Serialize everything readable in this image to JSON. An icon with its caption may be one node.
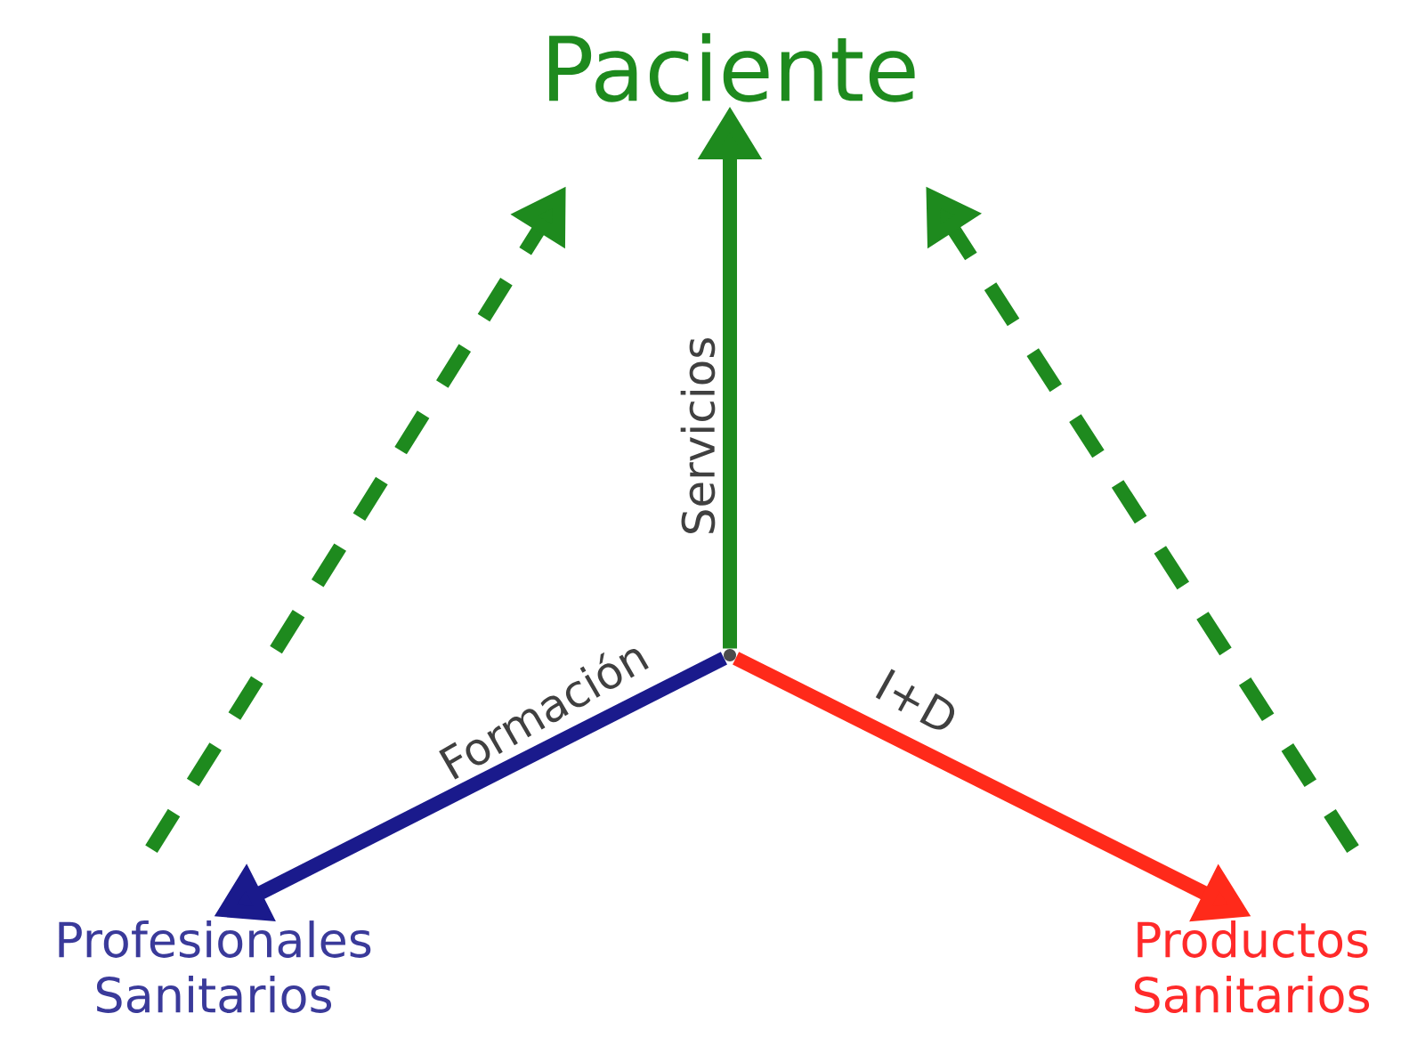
{
  "diagram": {
    "nodes": [
      {
        "text": [
          "Paciente"
        ]
      },
      {
        "text": [
          "Profesionales Sanitarios"
        ]
      },
      {
        "text": [
          "Productos Sanitarios"
        ]
      },
      {
        "text": [],
        "shape": "point"
      }
    ],
    "edges": [
      {
        "from": 3,
        "to": 0,
        "arrow": "to",
        "label": "Servicios",
        "color": "#1e8a1e"
      },
      {
        "from": 3,
        "to": 1,
        "arrow": "to",
        "label": "Formación",
        "color": "#1a1a8c"
      },
      {
        "from": 3,
        "to": 2,
        "arrow": "to",
        "label": "I+D",
        "color": "#ff2a1a"
      },
      {
        "from": 1,
        "to": 0,
        "arrow": "to",
        "style": "dashed",
        "color": "#1e8a1e"
      },
      {
        "from": 2,
        "to": 0,
        "arrow": "to",
        "style": "dashed",
        "color": "#1e8a1e"
      }
    ]
  }
}
